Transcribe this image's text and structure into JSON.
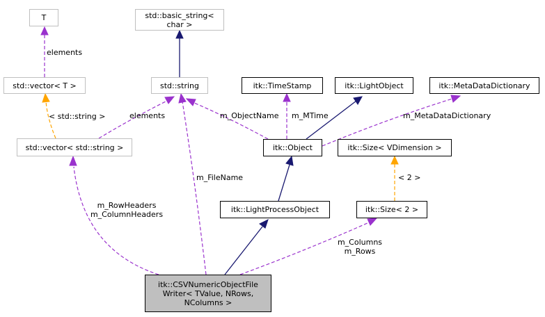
{
  "colors": {
    "inheritance": "#191970",
    "usage": "#9a32cd",
    "template": "#ffa500"
  },
  "nodes": {
    "t": "T",
    "basic_string": "std::basic_string<\nchar >",
    "vector_t": "std::vector< T >",
    "string": "std::string",
    "timestamp": "itk::TimeStamp",
    "lightobject": "itk::LightObject",
    "metadatadictionary": "itk::MetaDataDictionary",
    "vector_string": "std::vector< std::string >",
    "object": "itk::Object",
    "size_vdim": "itk::Size< VDimension >",
    "lightprocessobject": "itk::LightProcessObject",
    "size_2": "itk::Size< 2 >",
    "csv_writer": "itk::CSVNumericObjectFile\nWriter< TValue, NRows,\n NColumns >"
  },
  "edge_labels": {
    "elements_top": "elements",
    "std_string_arg": "< std::string >",
    "elements_mid": "elements",
    "object_name": "m_ObjectName",
    "mtime": "m_MTime",
    "meta_dict": "m_MetaDataDictionary",
    "file_name": "m_FileName",
    "two_arg": "< 2 >",
    "row_col_headers": "m_RowHeaders\nm_ColumnHeaders",
    "cols_rows": "m_Columns\nm_Rows"
  }
}
